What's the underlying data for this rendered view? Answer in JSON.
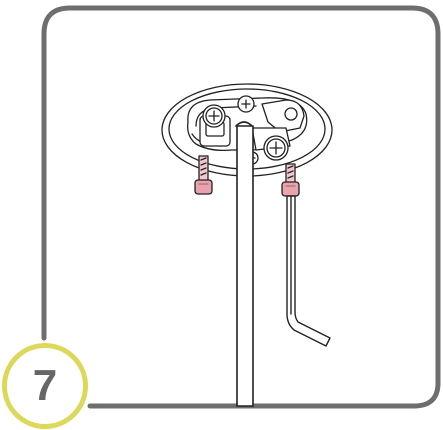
{
  "step": {
    "number": "7",
    "badge_color": "#dcd85a",
    "number_color": "#666666"
  },
  "panel": {
    "border_color": "#6e6e6e",
    "background": "#ffffff"
  },
  "illustration": {
    "subject": "ceiling-mount-plate",
    "screw_accent_color": "#e8a3ad",
    "tool": "allen-key"
  }
}
